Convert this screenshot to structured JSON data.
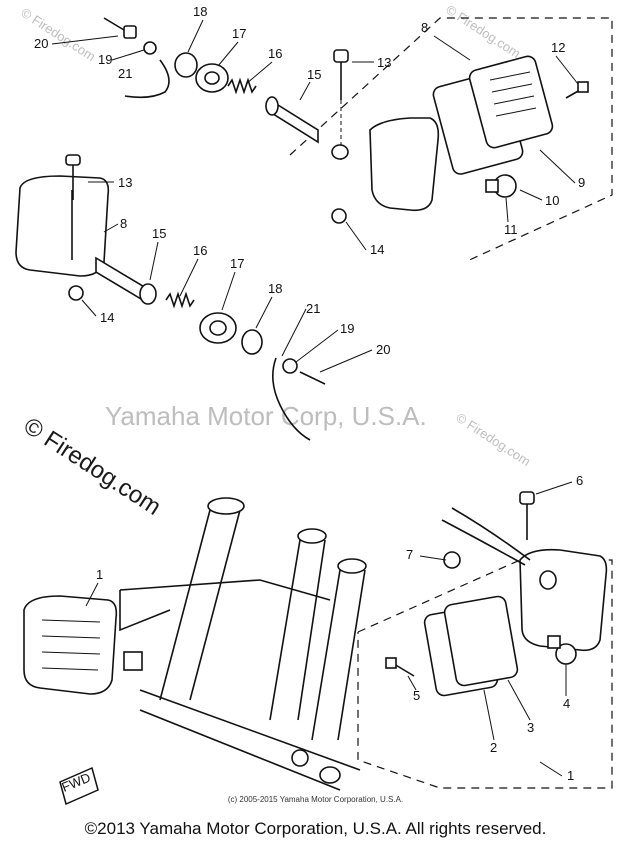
{
  "watermark": {
    "center": "Yamaha Motor Corp, U.S.A.",
    "diagonal_left": "© Firedog.com",
    "diagonal_small": "© Firedog.com"
  },
  "footer": {
    "small_copyright": "(c) 2005-2015 Yamaha Motor Corporation, U.S.A.",
    "copyright": "©2013 Yamaha Motor Corporation, U.S.A. All rights reserved."
  },
  "labels": {
    "upper": [
      "20",
      "19",
      "21",
      "18",
      "17",
      "16",
      "15",
      "13",
      "8",
      "12",
      "9",
      "10",
      "11",
      "14"
    ],
    "middle": [
      "13",
      "8",
      "15",
      "16",
      "17",
      "18",
      "21",
      "19",
      "20",
      "14"
    ],
    "lower": [
      "1",
      "6",
      "7",
      "2",
      "3",
      "4",
      "5",
      "1"
    ]
  },
  "badge": "FWD"
}
